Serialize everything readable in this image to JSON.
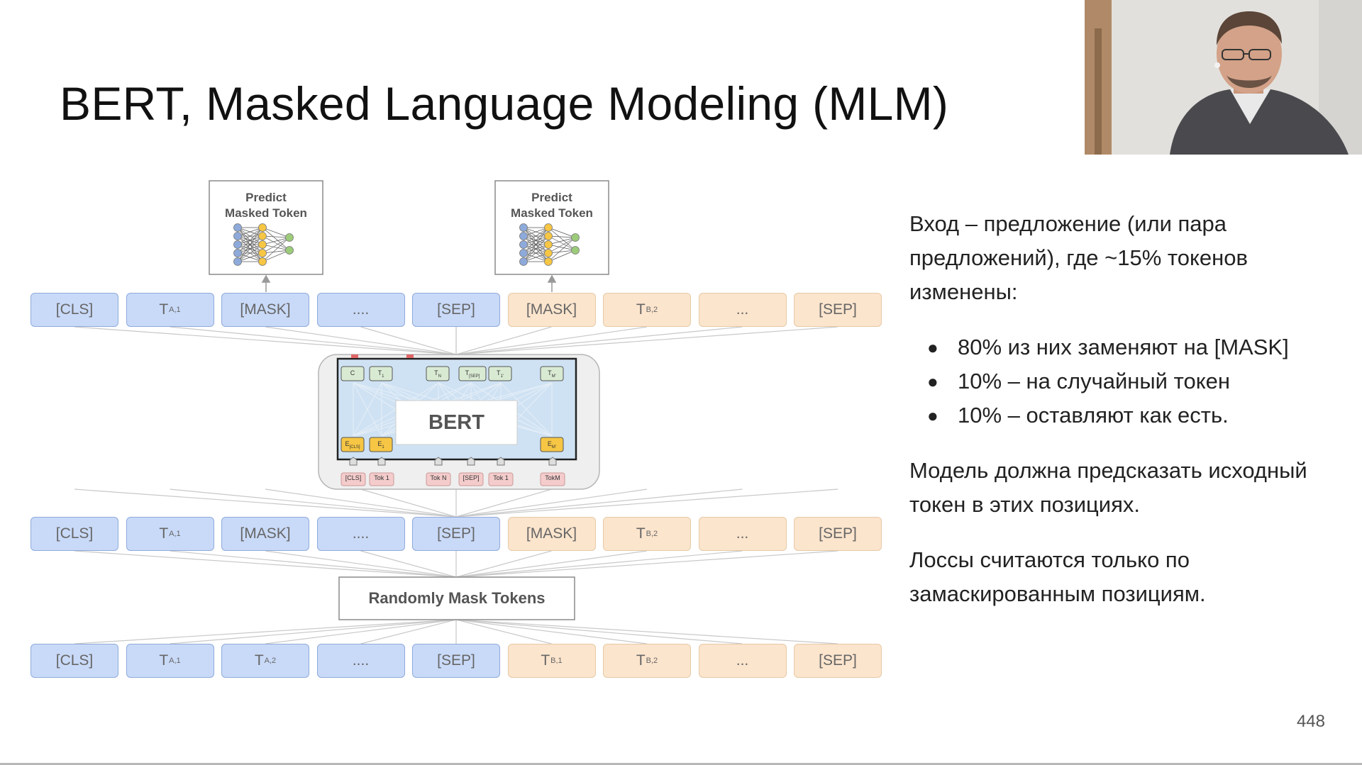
{
  "slide": {
    "title": "BERT, Masked Language Modeling (MLM)",
    "page_number": "448"
  },
  "diagram": {
    "predict_box_label": "Predict\nMasked Token",
    "bert_label": "BERT",
    "randomly_mask_label": "Randomly Mask Tokens",
    "output_tokens": [
      {
        "text": "[CLS]",
        "sub": "",
        "segment": "a"
      },
      {
        "text": "T",
        "sub": "A,1",
        "segment": "a"
      },
      {
        "text": "[MASK]",
        "sub": "",
        "segment": "a"
      },
      {
        "text": "....",
        "sub": "",
        "segment": "a"
      },
      {
        "text": "[SEP]",
        "sub": "",
        "segment": "a"
      },
      {
        "text": "[MASK]",
        "sub": "",
        "segment": "b"
      },
      {
        "text": "T",
        "sub": "B,2",
        "segment": "b"
      },
      {
        "text": "...",
        "sub": "",
        "segment": "b"
      },
      {
        "text": "[SEP]",
        "sub": "",
        "segment": "b"
      }
    ],
    "masked_tokens": [
      {
        "text": "[CLS]",
        "sub": "",
        "segment": "a"
      },
      {
        "text": "T",
        "sub": "A,1",
        "segment": "a"
      },
      {
        "text": "[MASK]",
        "sub": "",
        "segment": "a"
      },
      {
        "text": "....",
        "sub": "",
        "segment": "a"
      },
      {
        "text": "[SEP]",
        "sub": "",
        "segment": "a"
      },
      {
        "text": "[MASK]",
        "sub": "",
        "segment": "b"
      },
      {
        "text": "T",
        "sub": "B,2",
        "segment": "b"
      },
      {
        "text": "...",
        "sub": "",
        "segment": "b"
      },
      {
        "text": "[SEP]",
        "sub": "",
        "segment": "b"
      }
    ],
    "input_tokens": [
      {
        "text": "[CLS]",
        "sub": "",
        "segment": "a"
      },
      {
        "text": "T",
        "sub": "A,1",
        "segment": "a"
      },
      {
        "text": "T",
        "sub": "A,2",
        "segment": "a"
      },
      {
        "text": "....",
        "sub": "",
        "segment": "a"
      },
      {
        "text": "[SEP]",
        "sub": "",
        "segment": "a"
      },
      {
        "text": "T",
        "sub": "B,1",
        "segment": "b"
      },
      {
        "text": "T",
        "sub": "B,2",
        "segment": "b"
      },
      {
        "text": "...",
        "sub": "",
        "segment": "b"
      },
      {
        "text": "[SEP]",
        "sub": "",
        "segment": "b"
      }
    ],
    "mini_top": [
      {
        "text": "C",
        "sub": ""
      },
      {
        "text": "T",
        "sub": "1"
      },
      {
        "text": "T",
        "sub": "N"
      },
      {
        "text": "T",
        "sub": "[SEP]"
      },
      {
        "text": "T",
        "sub": "1'"
      },
      {
        "text": "T",
        "sub": "M'"
      }
    ],
    "mini_embed": [
      {
        "text": "E",
        "sub": "[CLS]"
      },
      {
        "text": "E",
        "sub": "1"
      },
      {
        "text": "E",
        "sub": "M'"
      }
    ],
    "mini_input": [
      "[CLS]",
      "Tok 1",
      "Tok N",
      "[SEP]",
      "Tok 1",
      "TokM"
    ],
    "colors": {
      "segment_a_fill": "#c9daf8",
      "segment_b_fill": "#fce5cd",
      "output_fill": "#d9ead3",
      "embedding_fill": "#f6c644",
      "input_fill": "#f4cccc"
    }
  },
  "right_panel": {
    "intro": "Вход – предложение (или пара предложений), где ~15% токенов изменены:",
    "bullets": [
      "80% из них заменяют на [MASK]",
      "10% – на случайный токен",
      "10% – оставляют как есть."
    ],
    "paragraph_1": "Модель должна предсказать исходный токен в этих позициях.",
    "paragraph_2": "Лоссы считаются только по замаскированным позициям."
  }
}
